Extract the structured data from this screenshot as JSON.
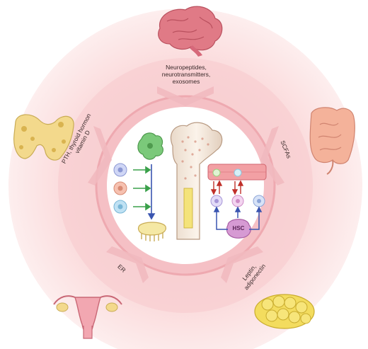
{
  "labels": {
    "top": [
      "Neuropeptides,",
      "neurotransmitters,",
      "exosomes"
    ],
    "left": [
      "PTH, thyroid hormon",
      "vitamin D"
    ],
    "right": "SCFAs",
    "bottom_right": [
      "Leptin,",
      "adiponectin"
    ],
    "bottom_left": "ER",
    "hsc": "HSC"
  },
  "icons": [
    "brain-icon",
    "intestine-icon",
    "adipose-tissue-icon",
    "uterus-icon",
    "thyroid-icon",
    "bone-icon",
    "osteoclast-icon",
    "osteoblast-icon",
    "hsc-cell-icon"
  ],
  "colors": {
    "outer_ring": "#fbe3e3",
    "inner_ring": "#f7cfd2",
    "center_disk": "#ffffff",
    "arrow_green": "#3aa04a",
    "arrow_blue": "#3a55b0",
    "arrow_red": "#c0302a"
  }
}
